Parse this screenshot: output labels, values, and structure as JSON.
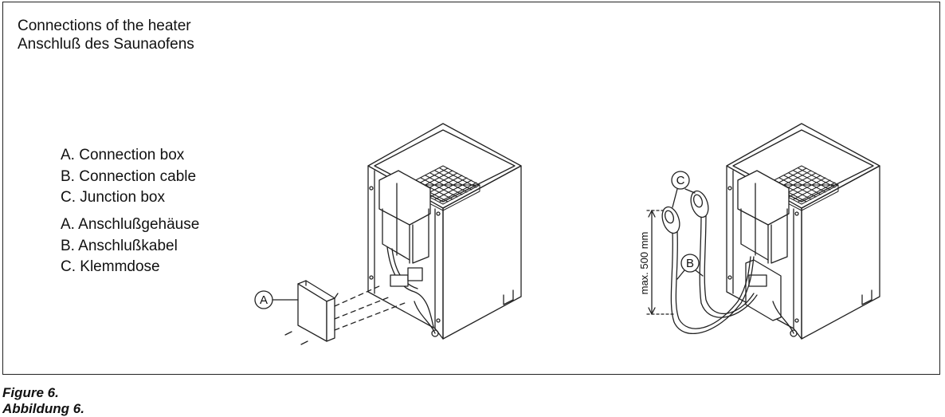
{
  "title": {
    "line1": "Connections of the heater",
    "line2": "Anschluß des Saunaofens"
  },
  "legend_en": [
    "A. Connection box",
    "B. Connection cable",
    "C. Junction box"
  ],
  "legend_de": [
    "A. Anschlußgehäuse",
    "B. Anschlußkabel",
    "C. Klemmdose"
  ],
  "callouts": {
    "a": "A",
    "b": "B",
    "c": "C"
  },
  "dimension_label": "max. 500 mm",
  "caption": {
    "line1": "Figure 6.",
    "line2": "Abbildung 6."
  }
}
